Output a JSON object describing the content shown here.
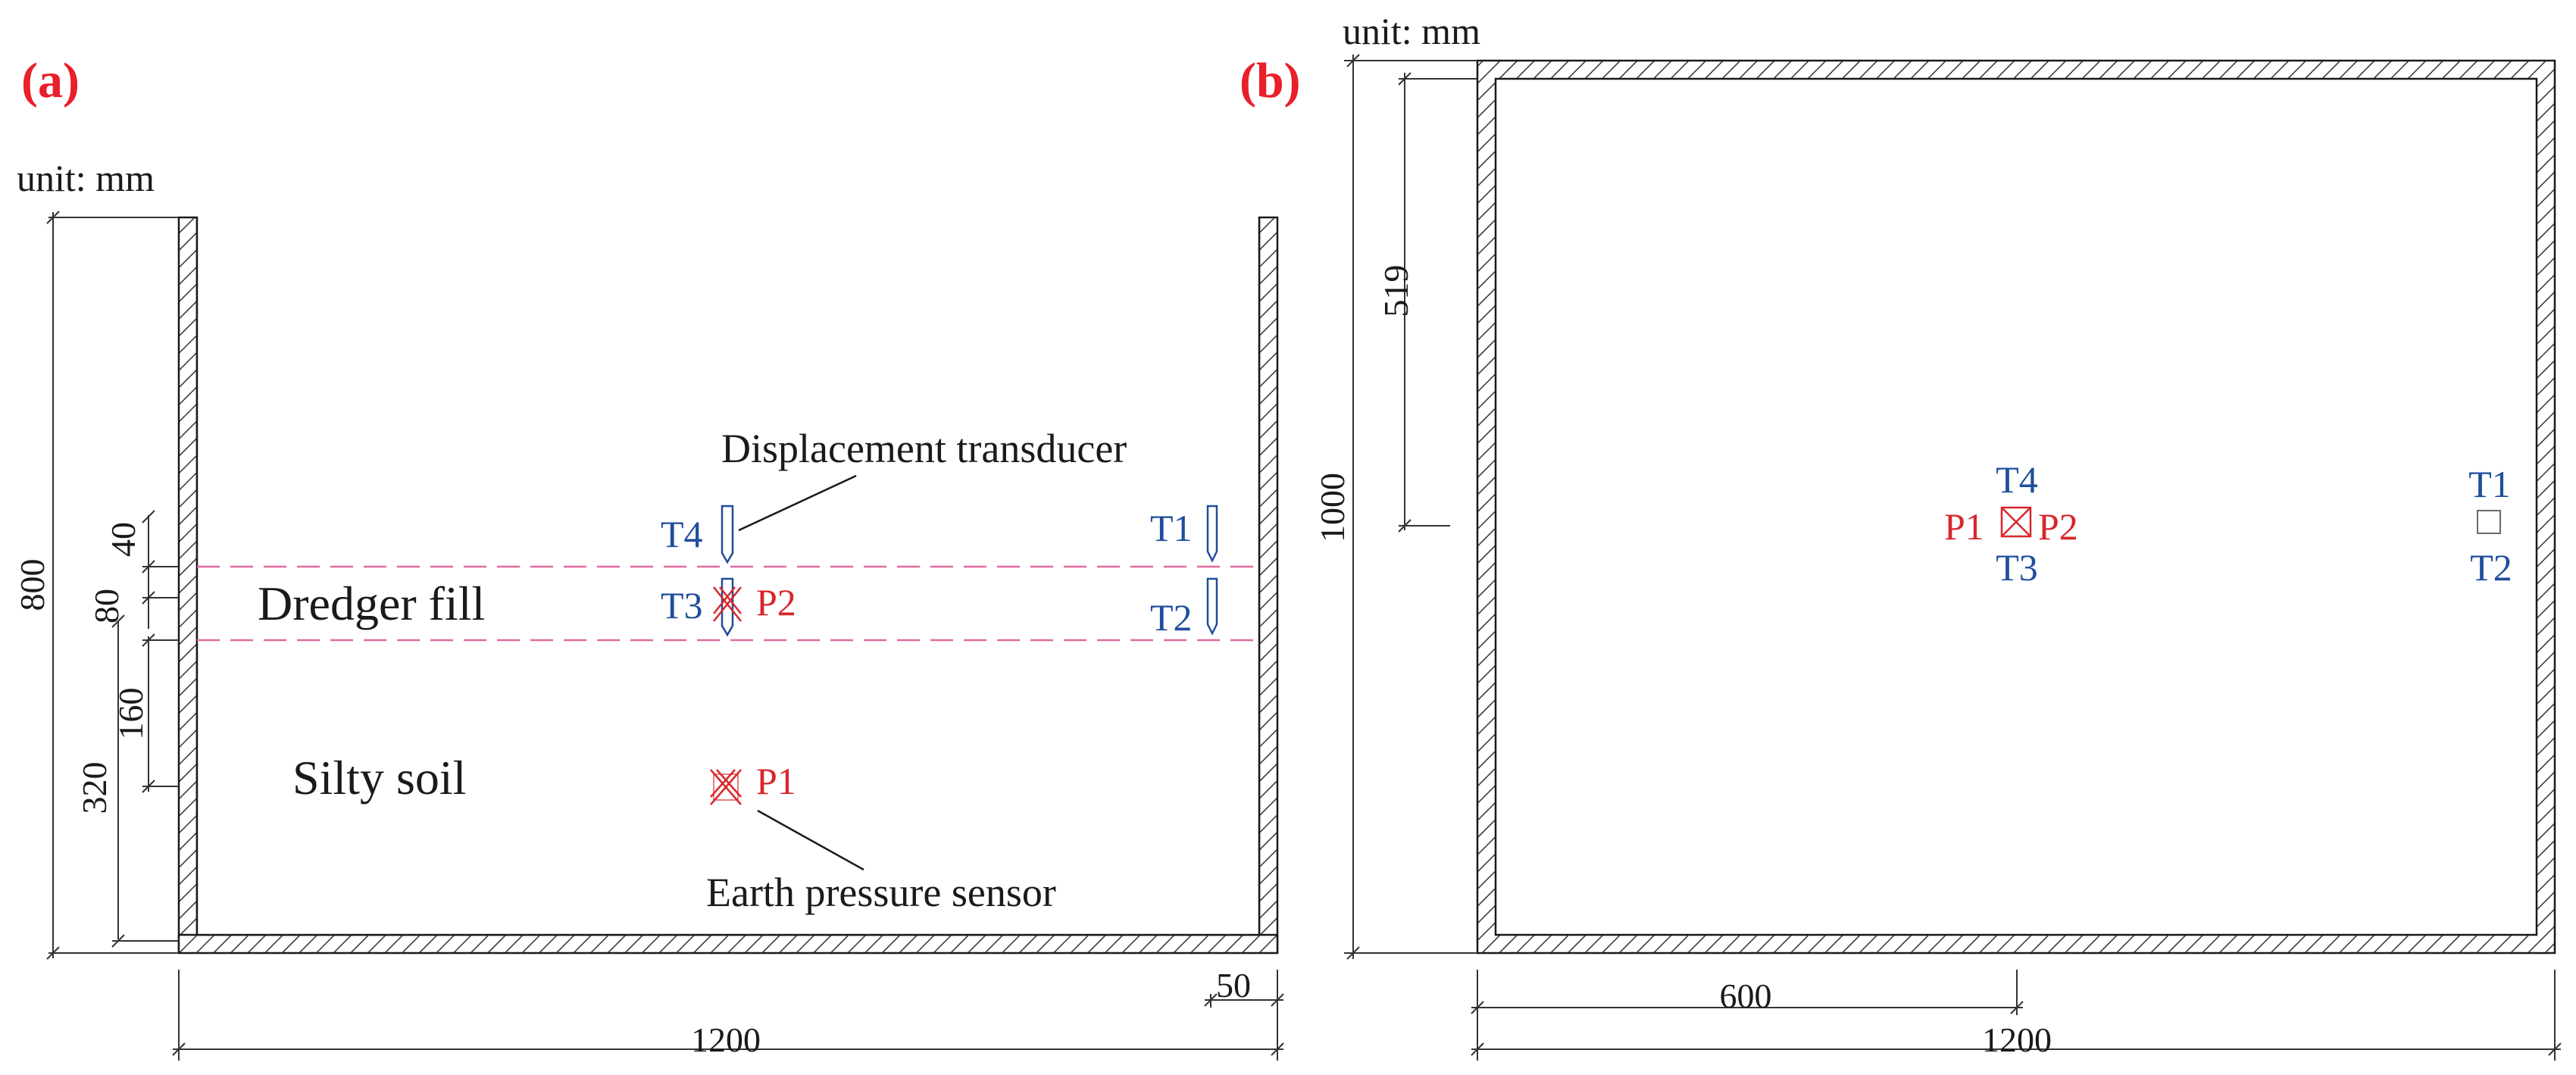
{
  "panel_a": {
    "label": "(a)",
    "unit": "unit: mm",
    "dims": {
      "height": "800",
      "d40": "40",
      "d80": "80",
      "d160": "160",
      "d320": "320",
      "width": "1200",
      "d50": "50"
    },
    "layers": {
      "dredger": "Dredger fill",
      "silty": "Silty soil"
    },
    "annotations": {
      "transducer": "Displacement transducer",
      "pressure": "Earth pressure sensor"
    },
    "sensors": {
      "t1": "T1",
      "t2": "T2",
      "t3": "T3",
      "t4": "T4",
      "p1": "P1",
      "p2": "P2"
    }
  },
  "panel_b": {
    "label": "(b)",
    "unit": "unit: mm",
    "dims": {
      "height": "1000",
      "d519": "519",
      "d600": "600",
      "width": "1200"
    },
    "sensors": {
      "t1": "T1",
      "t2": "T2",
      "t3": "T3",
      "t4": "T4",
      "p1": "P1",
      "p2": "P2"
    }
  },
  "colors": {
    "label_red": "#e8202a",
    "sensor_blue": "#1f4e9c",
    "sensor_red": "#d9262c",
    "line": "#1a1a1a",
    "dash": "#e06aa0"
  }
}
